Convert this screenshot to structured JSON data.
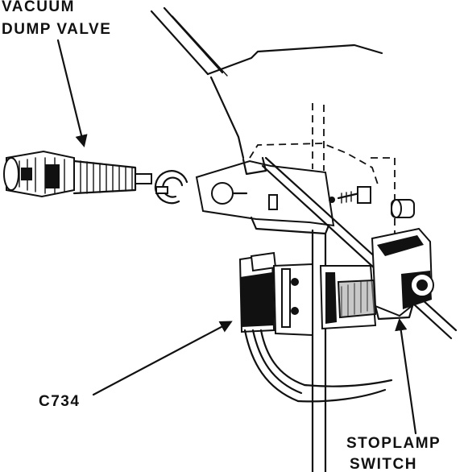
{
  "labels": {
    "vacuum_dump_valve_line1": "VACUUM",
    "vacuum_dump_valve_line2": "DUMP VALVE",
    "connector": "C734",
    "stoplamp_switch_line1": "STOPLAMP",
    "stoplamp_switch_line2": "SWITCH"
  },
  "colors": {
    "ink": "#111111",
    "paper": "#ffffff"
  }
}
